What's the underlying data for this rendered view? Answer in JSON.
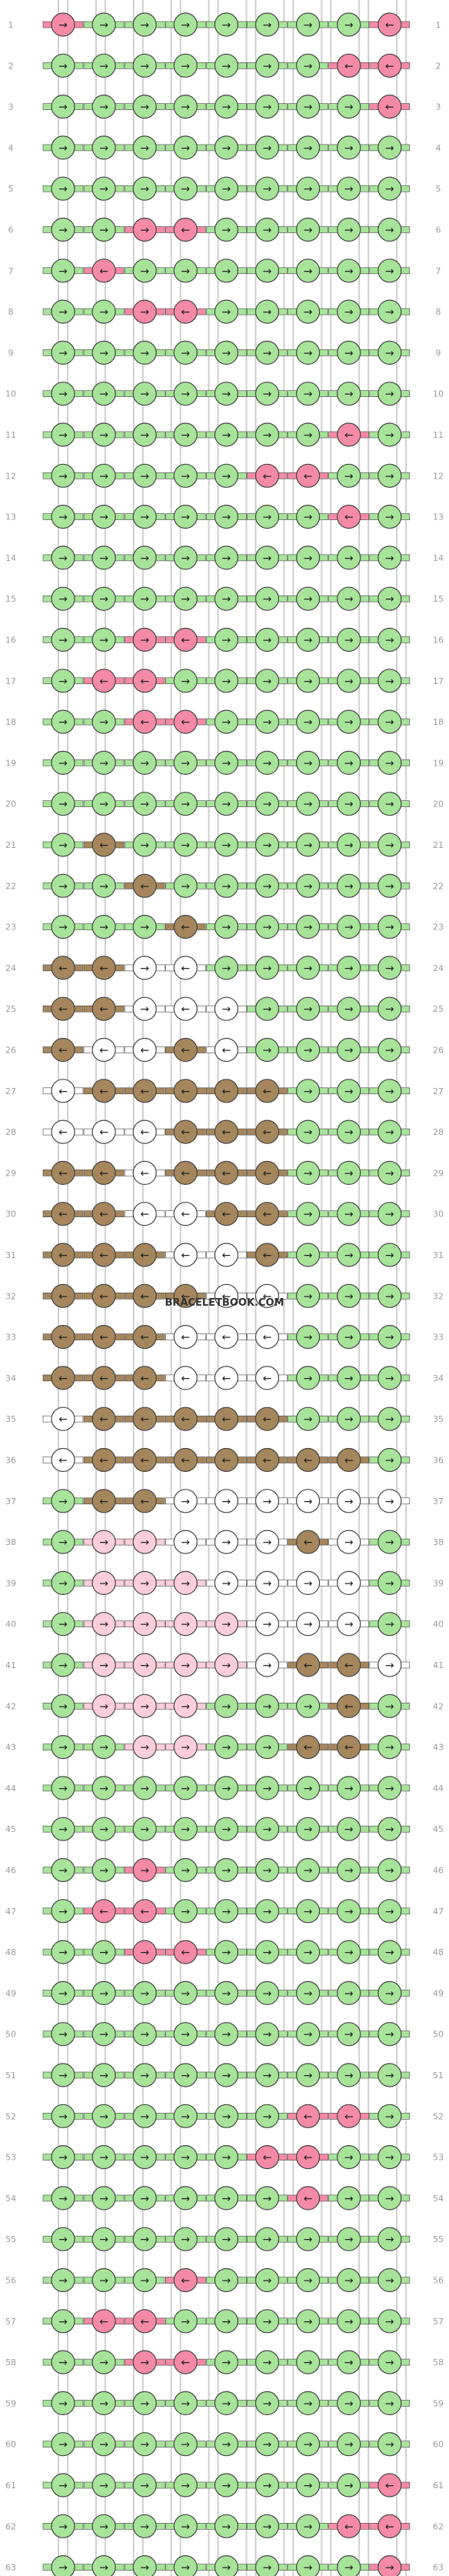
{
  "watermark": "BRACELETBOOK.COM",
  "colors": {
    "green": "#a7e49a",
    "pink": "#f48aa6",
    "brown": "#a6865c",
    "white": "#ffffff",
    "lightpink": "#fccddb",
    "outline": "#444444",
    "rownum": "#9a9a9a"
  },
  "icons": [
    "arrow-right-icon",
    "arrow-left-icon",
    "arrow-forward-back-icon",
    "arrow-back-forward-icon"
  ],
  "pattern": {
    "strings": 10,
    "knot_columns": 9,
    "rows": [
      {
        "n": "1",
        "knots": "p> g> g> g> g> g> g> g> p<"
      },
      {
        "n": "2",
        "knots": "g> g> g> g> g> g> g> p< p<"
      },
      {
        "n": "3",
        "knots": "g> g> g> g> g> g> g> g> p<"
      },
      {
        "n": "4",
        "knots": "g> g> g> g> g> g> g> g> g>"
      },
      {
        "n": "5",
        "knots": "g> g> g> g> g> g> g> g> g>"
      },
      {
        "n": "6",
        "knots": "g> g> p> p< g> g> g> g> g>"
      },
      {
        "n": "7",
        "knots": "g> p< g> g> g> g> g> g> g>"
      },
      {
        "n": "8",
        "knots": "g> g> p> p< g> g> g> g> g>"
      },
      {
        "n": "9",
        "knots": "g> g> g> g> g> g> g> g> g>"
      },
      {
        "n": "10",
        "knots": "g> g> g> g> g> g> g> g> g>"
      },
      {
        "n": "11",
        "knots": "g> g> g> g> g> g> g> p< g>"
      },
      {
        "n": "12",
        "knots": "g> g> g> g> g> p< p< g> g>"
      },
      {
        "n": "13",
        "knots": "g> g> g> g> g> g> g> p< g>"
      },
      {
        "n": "14",
        "knots": "g> g> g> g> g> g> g> g> g>"
      },
      {
        "n": "15",
        "knots": "g> g> g> g> g> g> g> g> g>"
      },
      {
        "n": "16",
        "knots": "g> g> p> p< g> g> g> g> g>"
      },
      {
        "n": "17",
        "knots": "g> p< p< g> g> g> g> g> g>"
      },
      {
        "n": "18",
        "knots": "g> g> p< p< g> g> g> g> g>"
      },
      {
        "n": "19",
        "knots": "g> g> g> g> g> g> g> g> g>"
      },
      {
        "n": "20",
        "knots": "g> g> g> g> g> g> g> g> g>"
      },
      {
        "n": "21",
        "knots": "g> b< g> g> g> g> g> g> g>"
      },
      {
        "n": "22",
        "knots": "g> g> b< g> g> g> g> g> g>"
      },
      {
        "n": "23",
        "knots": "g> g> g> b< g> g> g> g> g>"
      },
      {
        "n": "24",
        "knots": "b< b< w> w< g> g> g> g> g>"
      },
      {
        "n": "25",
        "knots": "b< b< w> w< w> g> g> g> g>"
      },
      {
        "n": "26",
        "knots": "b< w< w< b< w< g> g> g> g>"
      },
      {
        "n": "27",
        "knots": "w< b< b< b< b< b< g> g> g>"
      },
      {
        "n": "28",
        "knots": "w< w< w< b< b< b< g> g> g>"
      },
      {
        "n": "29",
        "knots": "b< b< w< b< b< b< g> g> g>"
      },
      {
        "n": "30",
        "knots": "b< b< w< w< b< b< g> g> g>"
      },
      {
        "n": "31",
        "knots": "b< b< b< w< w< b< g> g> g>"
      },
      {
        "n": "32",
        "knots": "b< b< b< b< w< w< g> g> g>"
      },
      {
        "n": "33",
        "knots": "b< b< b< w< w< w< g> g> g>"
      },
      {
        "n": "34",
        "knots": "b< b< b< w< w< w< g> g> g>"
      },
      {
        "n": "35",
        "knots": "w< b< b< b< b< b< g> g> g>"
      },
      {
        "n": "36",
        "knots": "w< b< b< b< b< b< b< b< g>"
      },
      {
        "n": "37",
        "knots": "g> b< b< w> w> w> w> w> w>"
      },
      {
        "n": "38",
        "knots": "g> lp> lp> w> w> w> b< w> g>"
      },
      {
        "n": "39",
        "knots": "g> lp> lp> lp> w> w> w> w> g>"
      },
      {
        "n": "40",
        "knots": "g> lp> lp> lp> lp> w> w> w> g>"
      },
      {
        "n": "41",
        "knots": "g> lp> lp> lp> lp> w> b< b< w>"
      },
      {
        "n": "42",
        "knots": "g> lp> lp> lp> g> g> g> b< g>"
      },
      {
        "n": "43",
        "knots": "g> g> lp> lp> g> g> b< b< g>"
      },
      {
        "n": "44",
        "knots": "g> g> g> g> g> g> g> g> g>"
      },
      {
        "n": "45",
        "knots": "g> g> g> g> g> g> g> g> g>"
      },
      {
        "n": "46",
        "knots": "g> g> p> g> g> g> g> g> g>"
      },
      {
        "n": "47",
        "knots": "g> p< p< g> g> g> g> g> g>"
      },
      {
        "n": "48",
        "knots": "g> g> p> p< g> g> g> g> g>"
      },
      {
        "n": "49",
        "knots": "g> g> g> g> g> g> g> g> g>"
      },
      {
        "n": "50",
        "knots": "g> g> g> g> g> g> g> g> g>"
      },
      {
        "n": "51",
        "knots": "g> g> g> g> g> g> g> g> g>"
      },
      {
        "n": "52",
        "knots": "g> g> g> g> g> g> p< p< g>"
      },
      {
        "n": "53",
        "knots": "g> g> g> g> g> p< p< g> g>"
      },
      {
        "n": "54",
        "knots": "g> g> g> g> g> g> p< g> g>"
      },
      {
        "n": "55",
        "knots": "g> g> g> g> g> g> g> g> g>"
      },
      {
        "n": "56",
        "knots": "g> g> g> p< g> g> g> g> g>"
      },
      {
        "n": "57",
        "knots": "g> p< p< g> g> g> g> g> g>"
      },
      {
        "n": "58",
        "knots": "g> g> p> p< g> g> g> g> g>"
      },
      {
        "n": "59",
        "knots": "g> g> g> g> g> g> g> g> g>"
      },
      {
        "n": "60",
        "knots": "g> g> g> g> g> g> g> g> g>"
      },
      {
        "n": "61",
        "knots": "g> g> g> g> g> g> g> g> p<"
      },
      {
        "n": "62",
        "knots": "g> g> g> g> g> g> g> p< p<"
      },
      {
        "n": "63",
        "knots": "g> g> g> g> g> g> g> g> p>"
      }
    ]
  }
}
